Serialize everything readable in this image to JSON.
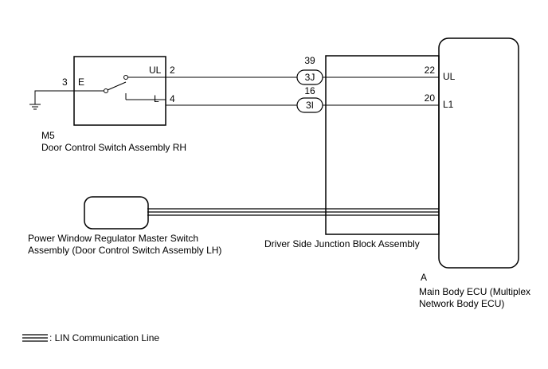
{
  "switch_rh": {
    "connector": "M5",
    "name": "Door Control Switch Assembly RH",
    "pin_e_number": "3",
    "pin_e_label": "E",
    "pin_ul_label": "UL",
    "pin_ul_number": "2",
    "pin_l_label": "L",
    "pin_l_number": "4"
  },
  "junction_block": {
    "name": "Driver Side Junction Block Assembly",
    "upper_pin_number": "39",
    "upper_connector": "3J",
    "lower_pin_number": "16",
    "lower_connector": "3I",
    "ul_pin_number": "22",
    "l1_pin_number": "20"
  },
  "main_body_ecu": {
    "connector": "A",
    "name_line1": "Main Body ECU (Multiplex",
    "name_line2": "Network Body ECU)",
    "pin_ul_label": "UL",
    "pin_l1_label": "L1"
  },
  "master_switch": {
    "name_line1": "Power Window Regulator Master Switch",
    "name_line2": "Assembly (Door Control Switch Assembly LH)"
  },
  "legend": {
    "label": ": LIN Communication Line"
  }
}
